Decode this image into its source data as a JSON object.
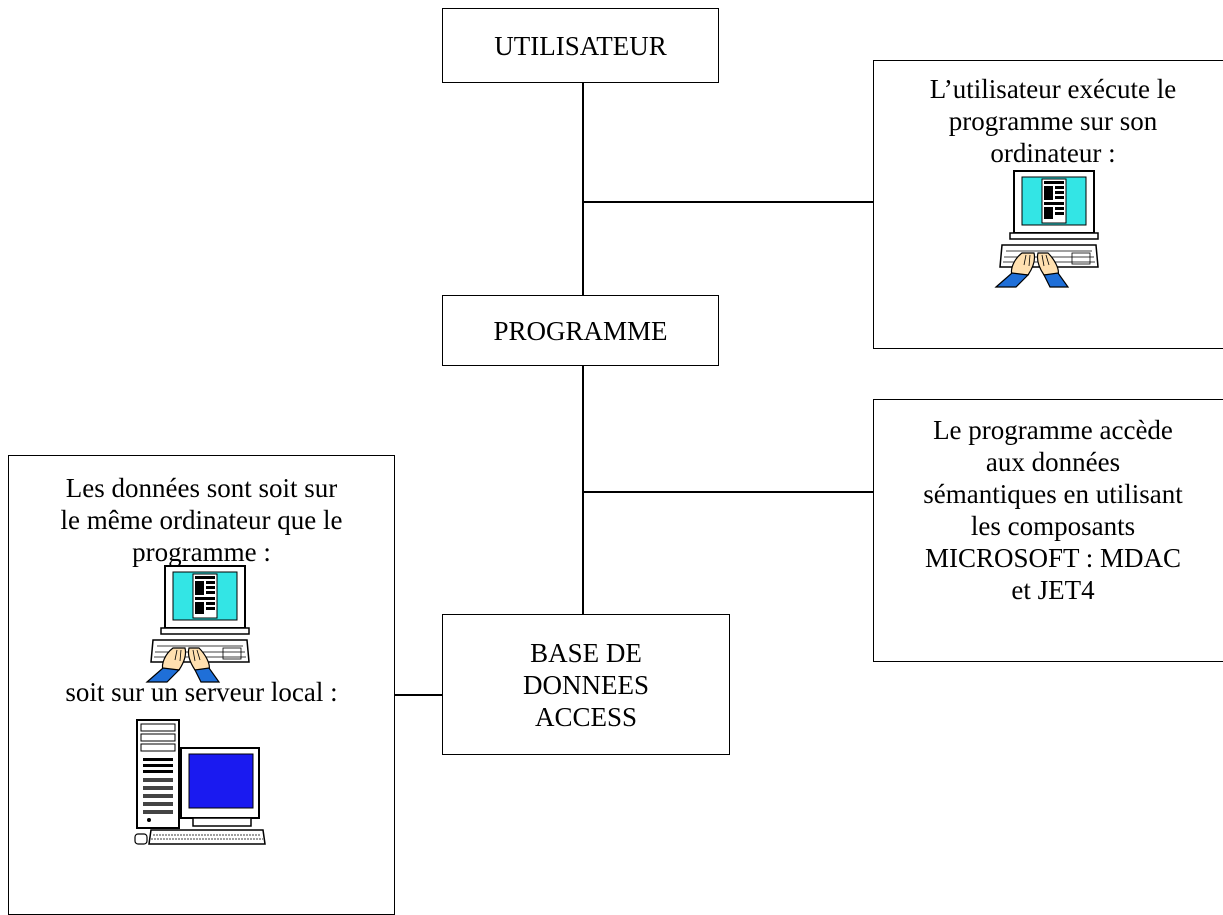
{
  "nodes": {
    "utilisateur": "UTILISATEUR",
    "programme": "PROGRAMME",
    "base": [
      "BASE DE",
      "DONNEES",
      "ACCESS"
    ]
  },
  "notes": {
    "user": {
      "lines": [
        "L’utilisateur exécute le",
        "programme sur son",
        "ordinateur :"
      ],
      "icon": "computer-with-keyboard-icon"
    },
    "programme": {
      "lines": [
        "Le programme accède",
        "aux données",
        "sémantiques en utilisant",
        "les composants",
        "MICROSOFT : MDAC",
        "et JET4"
      ]
    },
    "data": {
      "lines_top": [
        "Les données sont soit sur",
        "le même ordinateur que le",
        "programme :"
      ],
      "icon_top": "computer-with-keyboard-icon",
      "line_middle": "soit sur un serveur local :",
      "icon_bottom": "server-computer-icon"
    }
  },
  "colors": {
    "screen_cyan": "#33E5E5",
    "screen_blue": "#1A1AF0",
    "sleeve_blue": "#1F6FD8",
    "hand_skin": "#FFE0B0"
  }
}
